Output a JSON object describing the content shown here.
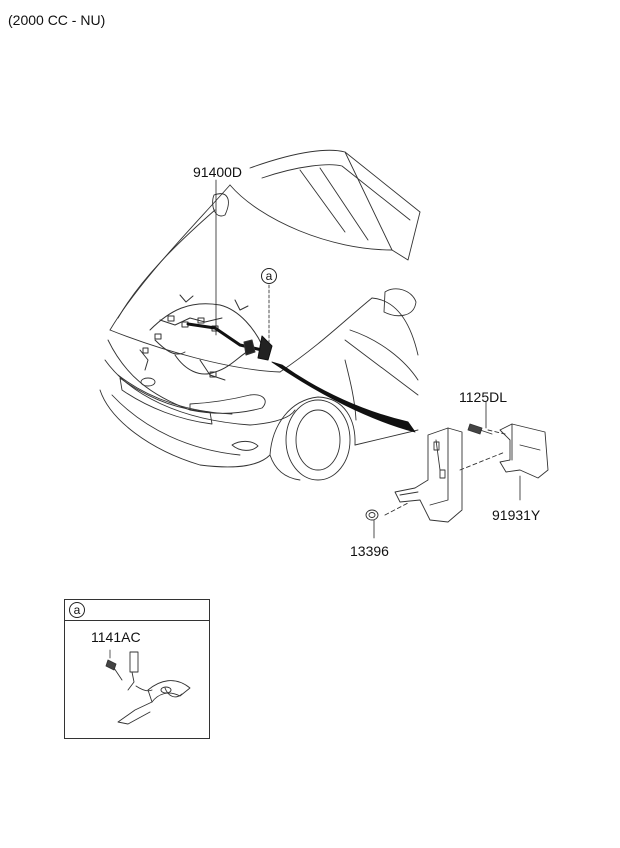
{
  "header": {
    "engine_spec": "(2000 CC - NU)"
  },
  "callouts": {
    "harness_part": "91400D",
    "bolt_part": "1125DL",
    "bracket_part": "91931Y",
    "nut_part": "13396",
    "ref_marker": "a"
  },
  "inset": {
    "marker": "a",
    "part": "1141AC"
  }
}
